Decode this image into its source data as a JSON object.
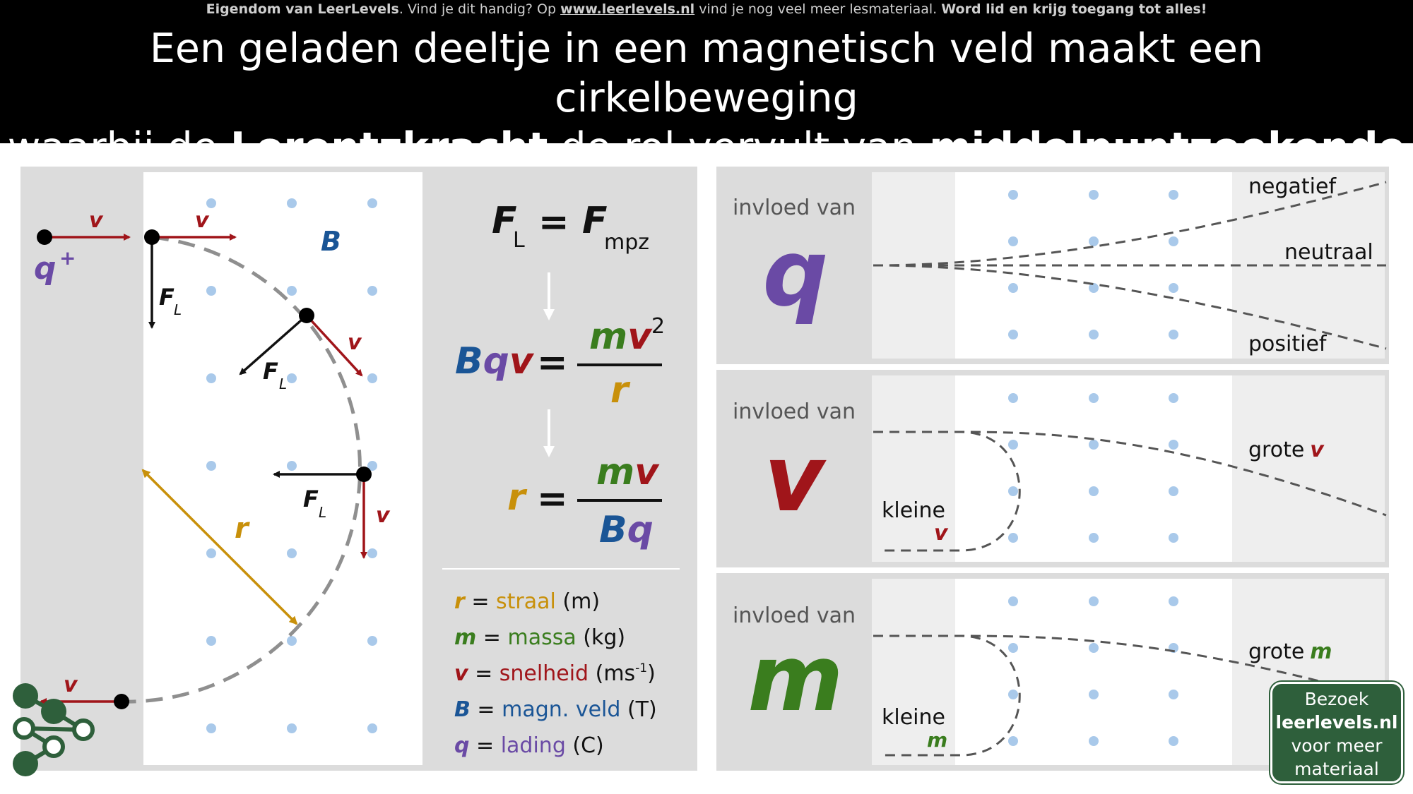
{
  "banner": {
    "owner": "Eigendom van LeerLevels",
    "text1": ". Vind je dit handig? Op ",
    "url": "www.leerlevels.nl",
    "text2": " vind je nog veel meer lesmateriaal. ",
    "cta": "Word lid en krijg toegang tot alles!"
  },
  "title": {
    "line1": "Een geladen deeltje in een magnetisch veld maakt een cirkelbeweging",
    "line2_a": "waarbij de ",
    "line2_b": "Lorentzkracht",
    "line2_c": " de rol vervult van ",
    "line2_d": "middelpuntzoekende kracht"
  },
  "colors": {
    "q": "#6a4aa5",
    "v": "#a0151a",
    "B": "#1a5596",
    "r": "#c8900a",
    "m": "#3a7d1e",
    "dot": "#a9c9ea",
    "cta": "#2e5f3b"
  },
  "diagram": {
    "q_label": "q",
    "q_sup": "+",
    "v": "v",
    "B": "B",
    "F": "F",
    "L": "L",
    "r": "r"
  },
  "formula": {
    "F": "F",
    "L": "L",
    "eq": "=",
    "mpz": "mpz",
    "B": "B",
    "q": "q",
    "v": "v",
    "m": "m",
    "sq": "2",
    "r": "r"
  },
  "legend": [
    {
      "sym": "r",
      "eq": " = ",
      "name": "straal",
      "unit": " (m)",
      "sup": "",
      "unit_end": ""
    },
    {
      "sym": "m",
      "eq": " = ",
      "name": "massa",
      "unit": " (kg)",
      "sup": "",
      "unit_end": ""
    },
    {
      "sym": "v",
      "eq": " = ",
      "name": "snelheid",
      "unit": " (ms",
      "sup": "-1",
      "unit_end": ")"
    },
    {
      "sym": "B",
      "eq": " = ",
      "name": "magn. veld",
      "unit": " (T)",
      "sup": "",
      "unit_end": ""
    },
    {
      "sym": "q",
      "eq": " = ",
      "name": "lading",
      "unit": " (C)",
      "sup": "",
      "unit_end": ""
    }
  ],
  "influence": {
    "label": "invloed van",
    "q": {
      "symbol": "q",
      "top": "negatief",
      "mid": "neutraal",
      "bottom": "positief"
    },
    "v": {
      "symbol": "v",
      "small": "kleine",
      "small_sym": "v",
      "large": "grote",
      "large_sym": "v"
    },
    "m": {
      "symbol": "m",
      "small": "kleine",
      "small_sym": "m",
      "large": "grote",
      "large_sym": "m"
    }
  },
  "cta": {
    "line1": "Bezoek",
    "line2": "leerlevels.nl",
    "line3": "voor meer",
    "line4": "materiaal"
  }
}
